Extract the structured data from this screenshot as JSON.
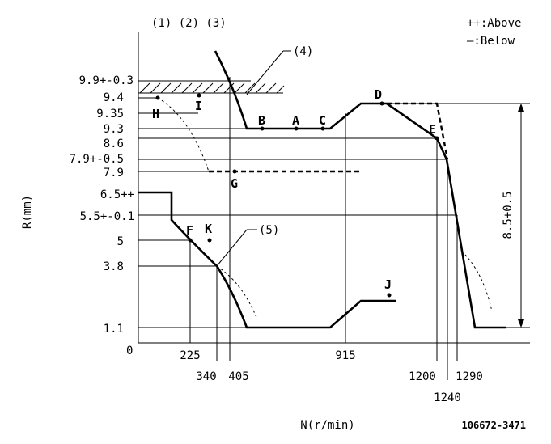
{
  "header": {
    "refs": "(1) (2) (3)",
    "legend_above": "++:Above",
    "legend_below": "—:Below"
  },
  "axes": {
    "y_title": "R(mm)",
    "x_title": "N(r/min)",
    "origin": "0"
  },
  "y_ticks": [
    "9.9+-0.3",
    "9.4",
    "9.35",
    "9.3",
    "8.6",
    "7.9+-0.5",
    "7.9",
    "6.5++",
    "5.5+-0.1",
    "5",
    "3.8",
    "1.1"
  ],
  "x_ticks": [
    "225",
    "340",
    "405",
    "915",
    "1200",
    "1240",
    "1290"
  ],
  "points": {
    "A": "A",
    "B": "B",
    "C": "C",
    "D": "D",
    "E": "E",
    "F": "F",
    "G": "G",
    "H": "H",
    "I": "I",
    "J": "J",
    "K": "K"
  },
  "callouts": {
    "c4": "(4)",
    "c5": "(5)"
  },
  "dimension": "8.5+0.5",
  "drawing_no": "106672-3471"
}
